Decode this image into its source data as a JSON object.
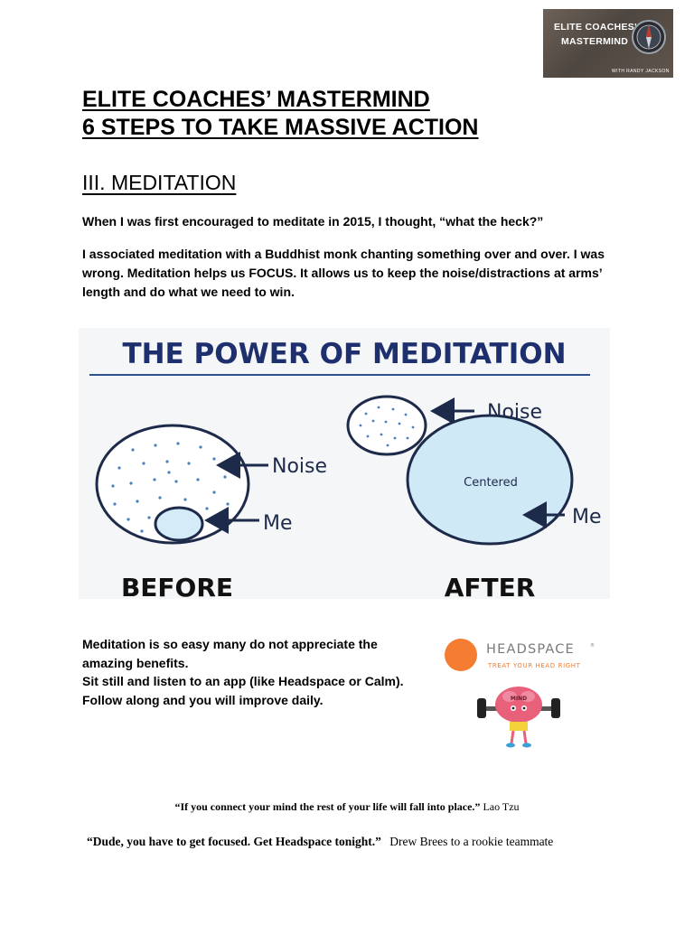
{
  "logo": {
    "line1": "ELITE COACHES'",
    "line2": "MASTERMIND",
    "byline": "WITH RANDY JACKSON",
    "icon": "compass-icon"
  },
  "title": {
    "line1": "ELITE COACHES’ MASTERMIND",
    "line2": "6 STEPS TO TAKE MASSIVE ACTION"
  },
  "section": {
    "heading": "III. MEDITATION"
  },
  "intro": {
    "p1": "When I was first encouraged to meditate in 2015, I thought, “what the heck?”",
    "p2": "I associated meditation with a Buddhist monk chanting something over and over. I was wrong.  Meditation helps us FOCUS.  It allows us to keep the noise/distractions at arms’ length and do what we need to win."
  },
  "diagram": {
    "title": "THE POWER OF MEDITATION",
    "before": {
      "caption": "BEFORE",
      "noise_label": "Noise",
      "me_label": "Me"
    },
    "after": {
      "caption": "AFTER",
      "noise_label": "Noise",
      "me_label": "Me",
      "center_label": "Centered"
    },
    "colors": {
      "title": "#1e2f6e",
      "outline": "#1e2a4a",
      "dots": "#4a7fc0",
      "fill": "#d4ecf8"
    }
  },
  "body": {
    "line1": "Meditation is so easy many do not appreciate the amazing benefits.",
    "line2": "Sit still and listen to an app (like Headspace or Calm).",
    "line3": "Follow along and you will improve daily."
  },
  "headspace": {
    "brand": "HEADSPACE",
    "trademark": "®",
    "tagline": "TREAT YOUR HEAD RIGHT",
    "character_label": "MIND",
    "colors": {
      "orange": "#f47d31",
      "pink": "#e8607a"
    }
  },
  "quotes": {
    "q1_text": "“If you connect your mind the rest of your life will fall into place.”",
    "q1_author": "Lao Tzu",
    "q2_text": "“Dude, you have to get focused.  Get Headspace tonight.”",
    "q2_author": "Drew Brees to a rookie teammate"
  }
}
